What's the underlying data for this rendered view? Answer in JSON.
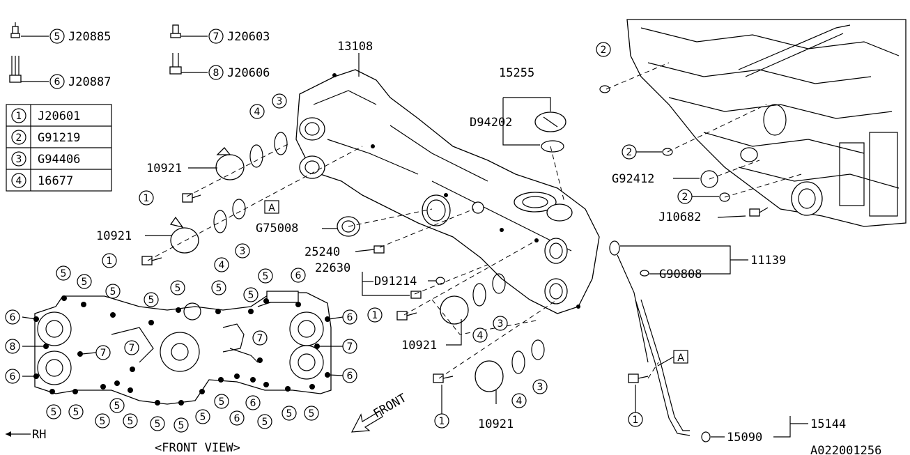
{
  "legend": {
    "bolt_refs": [
      {
        "num": "5",
        "code": "J20885"
      },
      {
        "num": "6",
        "code": "J20887"
      },
      {
        "num": "7",
        "code": "J20603"
      },
      {
        "num": "8",
        "code": "J20606"
      }
    ],
    "table": [
      {
        "num": "1",
        "code": "J20601"
      },
      {
        "num": "2",
        "code": "G91219"
      },
      {
        "num": "3",
        "code": "G94406"
      },
      {
        "num": "4",
        "code": "16677"
      }
    ]
  },
  "callouts": {
    "p13108": "13108",
    "p15255": "15255",
    "pD94202": "D94202",
    "p10921a": "10921",
    "p10921b": "10921",
    "p10921c": "10921",
    "p10921d": "10921",
    "pG75008": "G75008",
    "p25240": "25240",
    "p22630": "22630",
    "pD91214": "D91214",
    "pG92412": "G92412",
    "pJ10682": "J10682",
    "p11139": "11139",
    "pG90808": "G90808",
    "p15144": "15144",
    "p15090": "15090"
  },
  "ref_a": "A",
  "front_arrow": "FRONT",
  "rh_label": "RH",
  "front_view_caption": "<FRONT VIEW>",
  "diagram_id": "A022001256"
}
